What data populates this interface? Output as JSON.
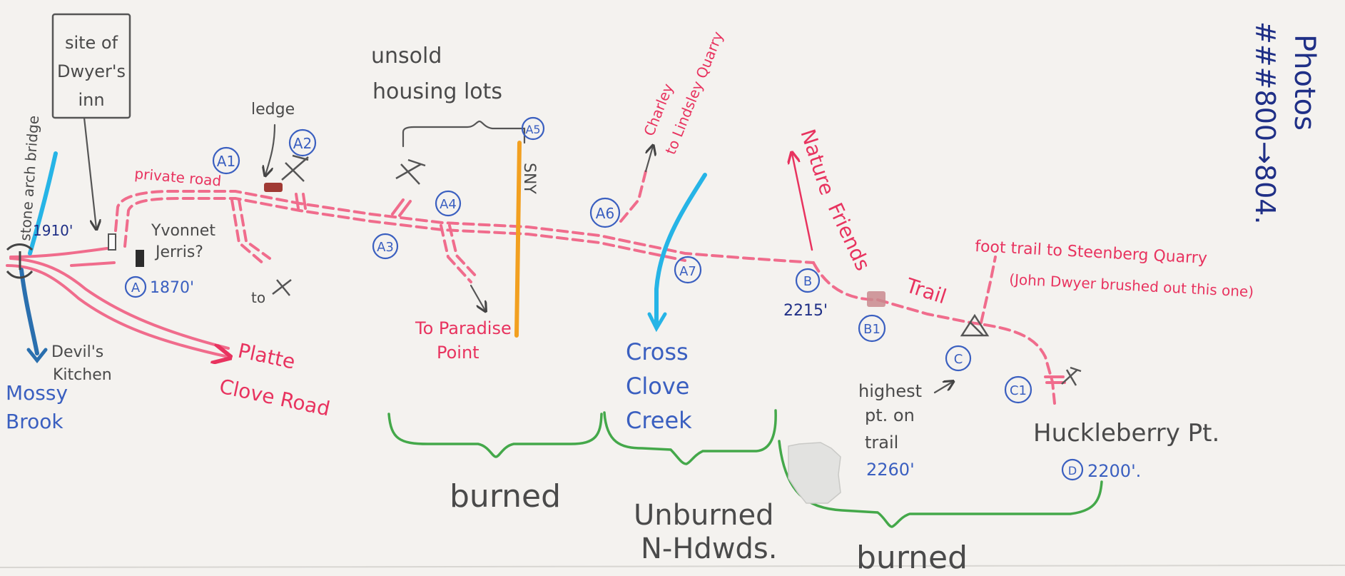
{
  "labels": {
    "stone_arch_bridge": "stone arch bridge",
    "elev_1910": "1910'",
    "site_dwyers_inn": [
      "site of",
      "Dwyer's",
      "inn"
    ],
    "ledge": "ledge",
    "unsold_housing_lots": [
      "unsold",
      "housing lots"
    ],
    "charley_quarry": [
      "Charley",
      "to Lindsley Quarry"
    ],
    "private_road": "private road",
    "yvonne_jerris": [
      "Yvonnet",
      "Jerris?"
    ],
    "elev_1870": "1870'",
    "to_x": "to",
    "sny": "SNY",
    "to_paradise_point": [
      "To Paradise",
      "Point"
    ],
    "devils_kitchen": [
      "Devil's",
      "Kitchen"
    ],
    "mossy_brook": [
      "Mossy",
      "Brook"
    ],
    "platte_clove_road": [
      "Platte",
      "Clove Road"
    ],
    "nature_friends_trail": [
      "Nature",
      "Friends",
      "Trail"
    ],
    "foot_trail_steenberg": "foot trail to Steenberg Quarry",
    "john_dwyer_note": "(John Dwyer brushed out this one)",
    "elev_2215": "2215'",
    "highest_pt": [
      "highest",
      "pt. on",
      "trail",
      "2260'"
    ],
    "cross_clove_creek": [
      "Cross",
      "Clove",
      "Creek"
    ],
    "huckleberry_pt": "Huckleberry Pt.",
    "elev_2200": "2200'.",
    "burned_1": "burned",
    "unburned": [
      "Unburned",
      "N-Hdwds."
    ],
    "burned_2": "burned",
    "photos_title": "Photos",
    "photos_range": "###800→804."
  },
  "points": [
    "A",
    "A1",
    "A2",
    "A3",
    "A4",
    "A5",
    "A6",
    "A7",
    "B",
    "B1",
    "C",
    "C1",
    "D"
  ],
  "colors": {
    "road": "#f06c8c",
    "label_red": "#e8335f",
    "point_blue": "#3a5fc0",
    "creek_light": "#26b4e6",
    "creek_dark": "#2a6fae",
    "burn_green": "#44a84a",
    "sny_orange": "#f2a020",
    "photos_navy": "#1f2f86"
  },
  "icons": [
    "quarry-pick-icon",
    "building-marker-icon",
    "arrow-icon"
  ]
}
